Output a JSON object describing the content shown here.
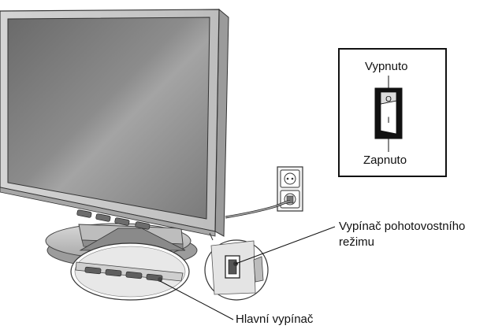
{
  "diagram": {
    "switch_legend": {
      "off_label": "Vypnuto",
      "on_label": "Zapnuto",
      "rocker_off_symbol": "O",
      "rocker_on_symbol": "I"
    },
    "callouts": {
      "standby_switch_line1": "Vypínač pohotovostního",
      "standby_switch_line2": "režimu",
      "main_switch": "Hlavní vypínač"
    }
  },
  "icons": [
    "monitor-icon",
    "power-outlet-icon",
    "rocker-switch-icon",
    "power-cable-icon"
  ]
}
